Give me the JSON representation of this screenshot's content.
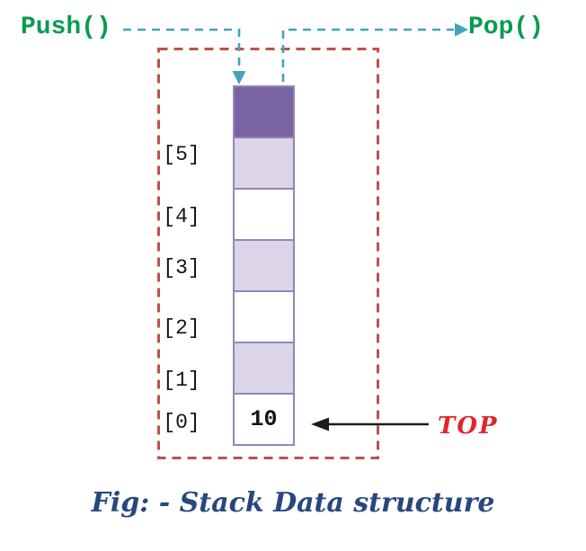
{
  "title": "Stack Data structure diagram",
  "labels": {
    "push": "Push()",
    "pop": "Pop()",
    "top_pointer": "TOP",
    "caption": "Fig: - Stack Data structure"
  },
  "stack": {
    "indices": [
      "[5]",
      "[4]",
      "[3]",
      "[2]",
      "[1]",
      "[0]"
    ],
    "top_value": "10",
    "cells": [
      {
        "name": "top-block",
        "fill": "#7a63a3",
        "value": ""
      },
      {
        "name": "cell-5",
        "fill": "#dcd5e7",
        "value": ""
      },
      {
        "name": "cell-4",
        "fill": "#ffffff",
        "value": ""
      },
      {
        "name": "cell-3",
        "fill": "#dcd5e7",
        "value": ""
      },
      {
        "name": "cell-2",
        "fill": "#ffffff",
        "value": ""
      },
      {
        "name": "cell-1",
        "fill": "#dcd5e7",
        "value": ""
      },
      {
        "name": "cell-0",
        "fill": "#ffffff",
        "value": "10"
      }
    ]
  },
  "colors": {
    "green": "#0a9b51",
    "teal": "#43a2bd",
    "frame_red": "#c0504d",
    "top_red": "#e2242b",
    "navy": "#27477e",
    "purple_dark": "#7a63a3",
    "purple_light": "#dcd5e7",
    "cell_white": "#ffffff",
    "cell_border": "#9286b6",
    "arrow_black": "#1c1c1c",
    "text_black": "#141414"
  }
}
